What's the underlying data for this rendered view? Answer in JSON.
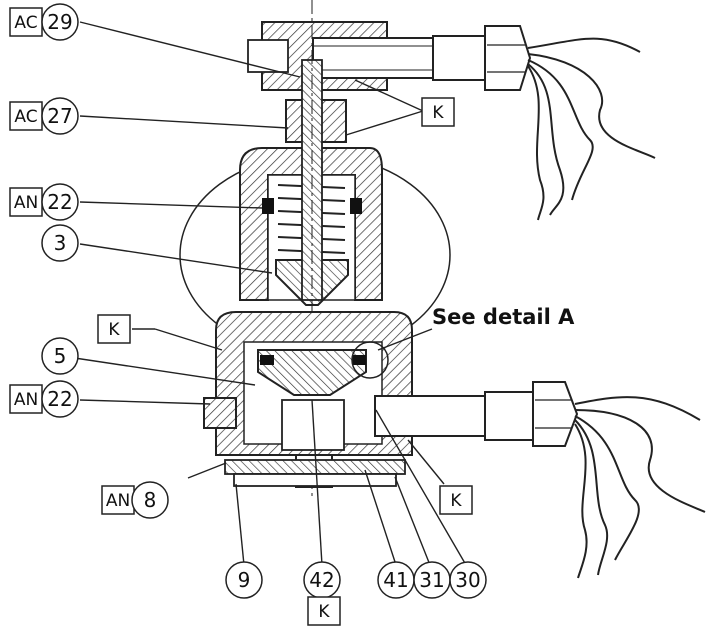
{
  "callouts": {
    "ac29": {
      "code": "AC",
      "num": "29"
    },
    "ac27": {
      "code": "AC",
      "num": "27"
    },
    "an22_top": {
      "code": "AN",
      "num": "22"
    },
    "n3": {
      "num": "3"
    },
    "k_left": {
      "code": "K"
    },
    "n5": {
      "num": "5"
    },
    "an22_bottom": {
      "code": "AN",
      "num": "22"
    },
    "an8": {
      "code": "AN",
      "num": "8"
    },
    "k_top": {
      "code": "K"
    },
    "k_right": {
      "code": "K"
    },
    "n9": {
      "num": "9"
    },
    "n42": {
      "num": "42"
    },
    "k_bottom": {
      "code": "K"
    },
    "n41": {
      "num": "41"
    },
    "n31": {
      "num": "31"
    },
    "n30": {
      "num": "30"
    }
  },
  "detail_label": "See detail A"
}
